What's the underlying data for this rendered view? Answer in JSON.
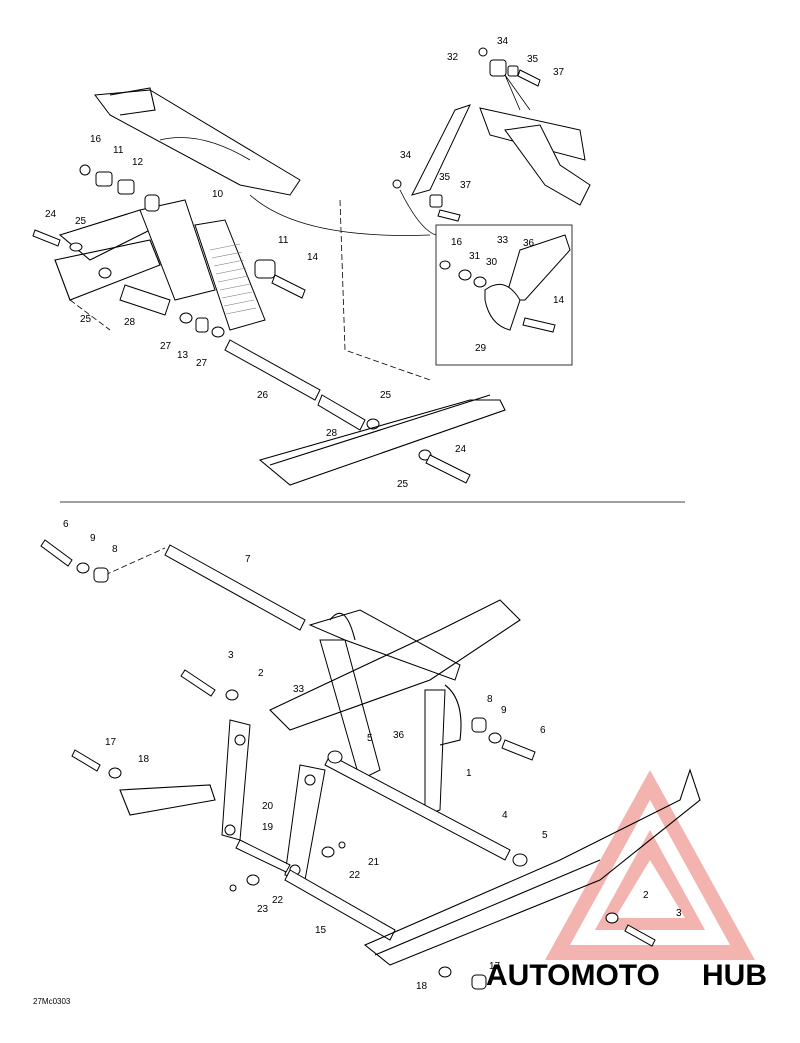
{
  "diagram": {
    "image_code": "27Mc0303",
    "watermark": {
      "part1": "AUTOMOTO",
      "part2": "HUB",
      "color_red": "#e8403a",
      "color_gray": "#6d6d6d"
    },
    "top_labels": [
      "34",
      "35",
      "37",
      "32",
      "34",
      "35",
      "37",
      "16",
      "11",
      "12",
      "10",
      "24",
      "25",
      "11",
      "14",
      "25",
      "28",
      "27",
      "13",
      "27",
      "26",
      "25",
      "28",
      "24",
      "25",
      "16",
      "33",
      "36",
      "31",
      "30",
      "14",
      "29"
    ],
    "bottom_labels": [
      "6",
      "9",
      "8",
      "7",
      "3",
      "2",
      "33",
      "8",
      "9",
      "6",
      "17",
      "18",
      "36",
      "5",
      "1",
      "20",
      "19",
      "4",
      "5",
      "21",
      "22",
      "22",
      "23",
      "15",
      "2",
      "3",
      "18",
      "17"
    ]
  }
}
